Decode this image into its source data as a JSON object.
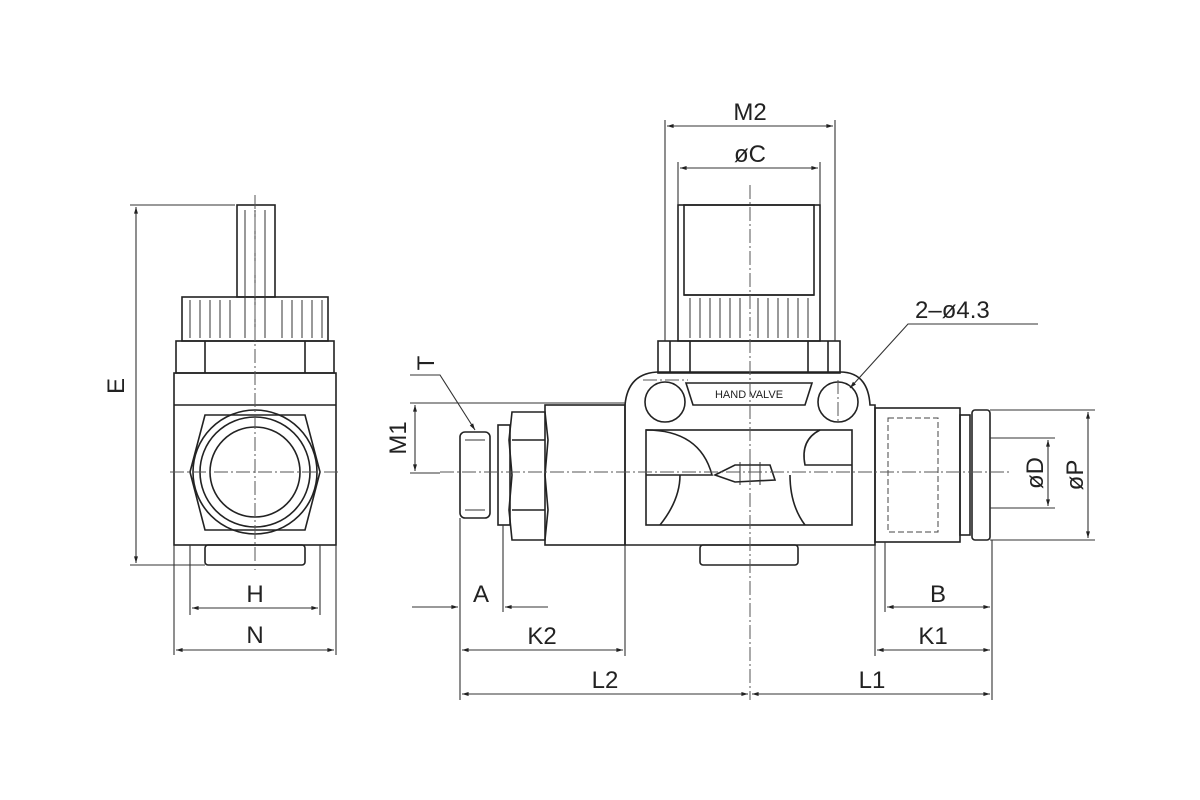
{
  "drawing": {
    "title": "Hand valve dimension drawing",
    "body_label": "HAND VALVE",
    "dimensions": {
      "M2": "M2",
      "C": "øC",
      "holes": "2–ø4.3",
      "T": "T",
      "M1": "M1",
      "D": "øD",
      "P": "øP",
      "E": "E",
      "H": "H",
      "N": "N",
      "A": "A",
      "K2": "K2",
      "L2": "L2",
      "B": "B",
      "K1": "K1",
      "L1": "L1"
    }
  }
}
